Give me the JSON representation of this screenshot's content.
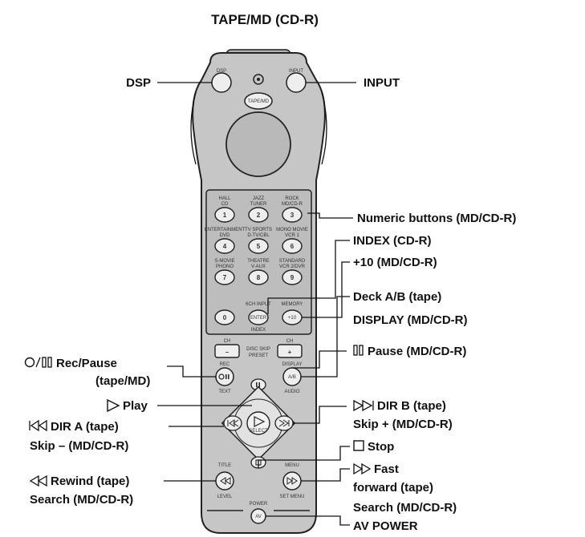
{
  "title": "TAPE/MD (CD-R)",
  "callouts": {
    "dsp": "DSP",
    "input": "INPUT",
    "numeric": "Numeric buttons (MD/CD-R)",
    "index": "INDEX (CD-R)",
    "plus10": "+10 (MD/CD-R)",
    "deck_ab": "Deck A/B (tape)",
    "display": "DISPLAY (MD/CD-R)",
    "pause": "Pause (MD/CD-R)",
    "rec_pause_1": "Rec/Pause",
    "rec_pause_2": "(tape/MD)",
    "play": "Play",
    "dir_b": "DIR B (tape)",
    "skip_plus": "Skip + (MD/CD-R)",
    "dir_a": "DIR A (tape)",
    "skip_minus": "Skip – (MD/CD-R)",
    "stop": "Stop",
    "rewind": "Rewind (tape)",
    "search_left": "Search (MD/CD-R)",
    "fast_1": "Fast",
    "fast_2": "forward (tape)",
    "search_right": "Search (MD/CD-R)",
    "av_power": "AV POWER"
  },
  "remote": {
    "dsp": "DSP",
    "input": "INPUT",
    "tape_md": "TAPE/MD",
    "keys": [
      {
        "top": "HALL",
        "bot": "CD",
        "num": "1"
      },
      {
        "top": "JAZZ",
        "bot": "TUNER",
        "num": "2"
      },
      {
        "top": "ROCK",
        "bot": "MD/CD-R",
        "num": "3"
      },
      {
        "top": "ENTERTAINMENT",
        "bot": "DVD",
        "num": "4"
      },
      {
        "top": "TV SPORTS",
        "bot": "D-TV/CBL",
        "num": "5"
      },
      {
        "top": "MONO MOVIE",
        "bot": "VCR 1",
        "num": "6"
      },
      {
        "top": "S-MOVIE",
        "bot": "PHONO",
        "num": "7"
      },
      {
        "top": "THEATRE",
        "bot": "V-AUX",
        "num": "8"
      },
      {
        "top": "STANDARD",
        "bot": "VCR 2/DVR",
        "num": "9"
      }
    ],
    "zero": "0",
    "enter": "ENTER",
    "chinput": "6CH INPUT",
    "index": "INDEX",
    "plus10": "+10",
    "mem": "MEMORY",
    "ch_minus": "–",
    "ch_plus": "+",
    "ch": "CH",
    "disc": "DISC SKIP",
    "preset": "PRESET",
    "rec": "REC",
    "text": "TEXT",
    "ab": "A/B",
    "display": "DISPLAY",
    "audio": "AUDIO",
    "select": "SELECT",
    "title_btn": "TITLE",
    "menu": "MENU",
    "level": "LEVEL",
    "setmenu": "SET MENU",
    "power": "POWER",
    "av": "AV"
  }
}
